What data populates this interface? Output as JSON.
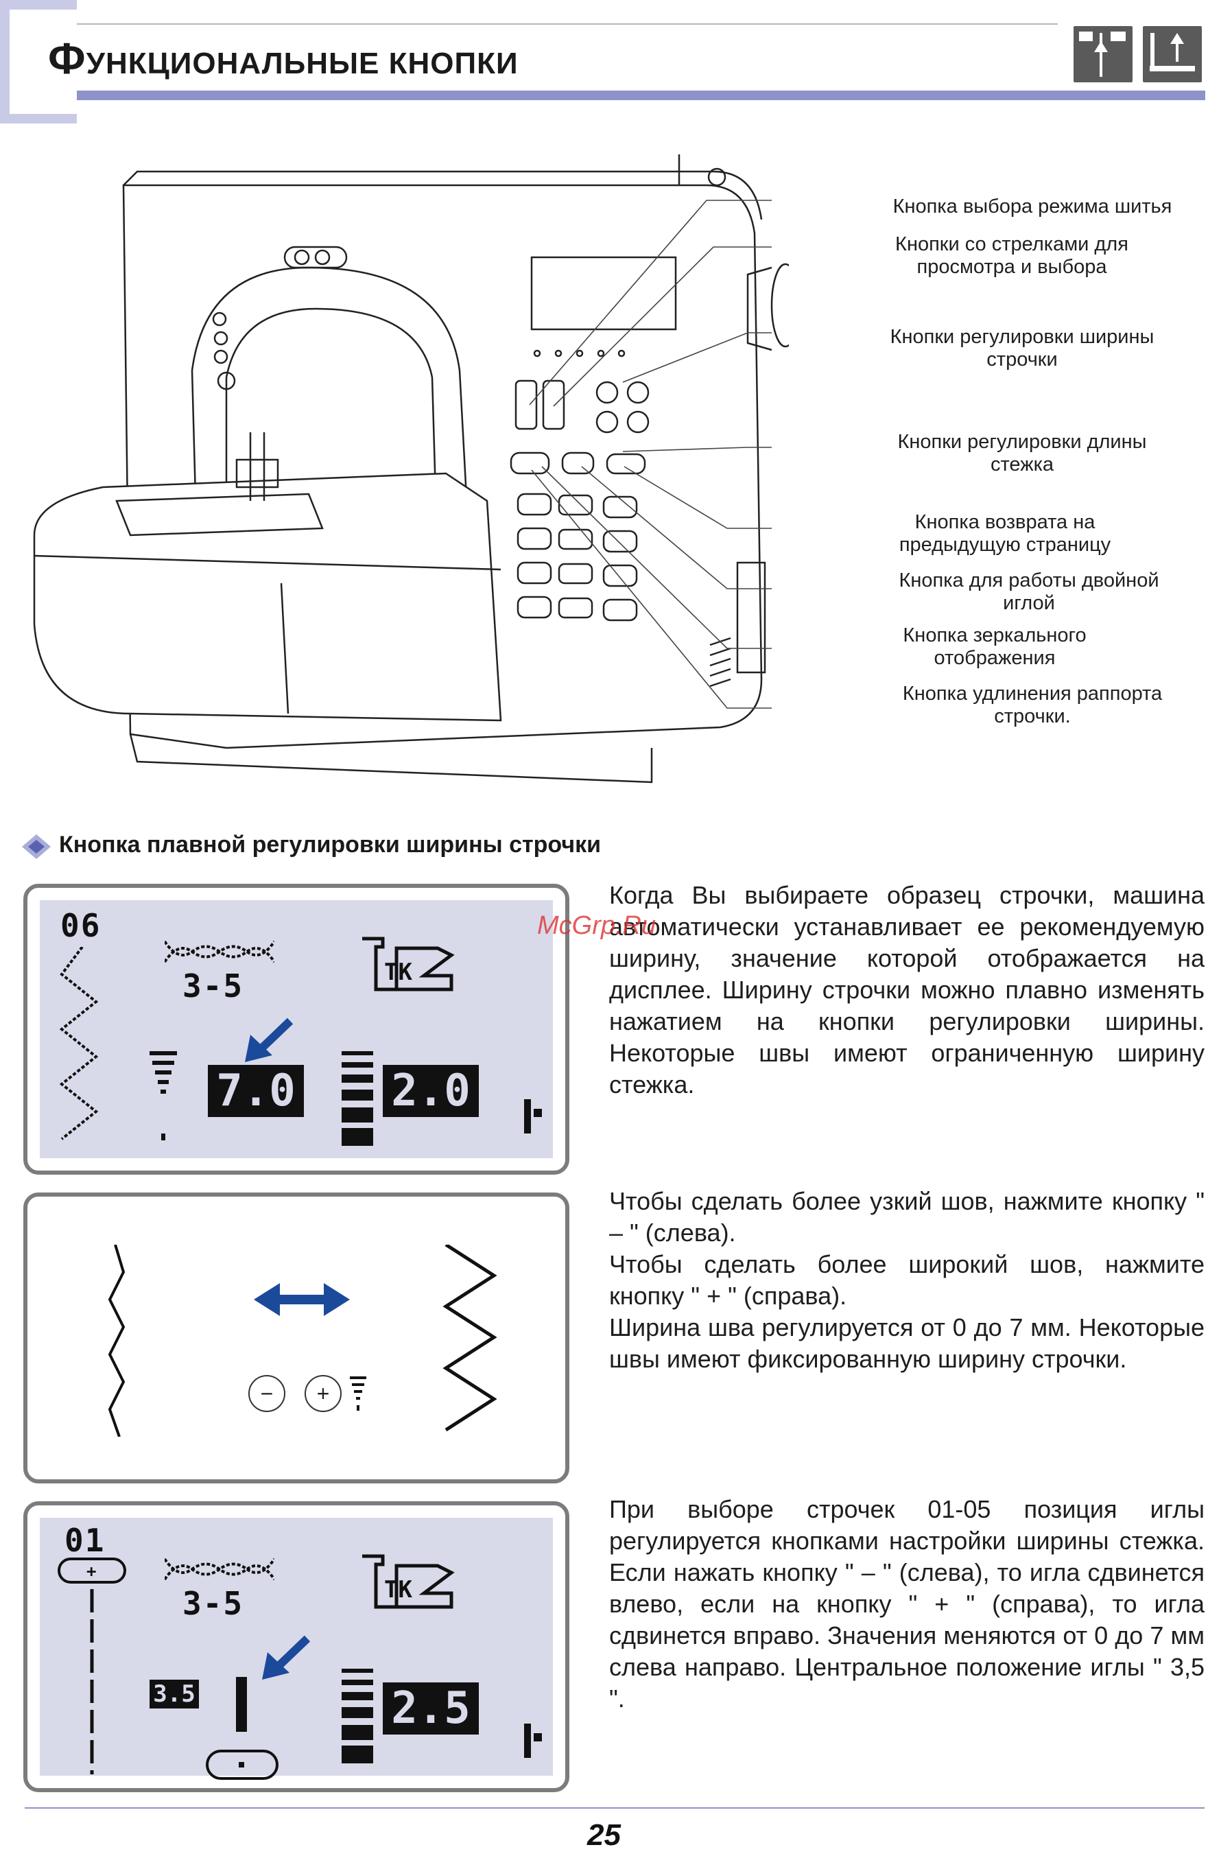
{
  "header": {
    "title_first_letter": "Ф",
    "title_rest": "УНКЦИОНАЛЬНЫЕ  КНОПКИ",
    "icons": [
      "needle-up-icon",
      "presser-foot-up-icon"
    ]
  },
  "callouts": [
    "Кнопка выбора режима шитья",
    "Кнопки со стрелками для просмотра и выбора",
    "Кнопки регулировки ширины строчки",
    "Кнопки регулировки длины стежка",
    "Кнопка возврата на предыдущую страницу",
    "Кнопка для работы двойной иглой",
    "Кнопка зеркального отображения",
    "Кнопка удлинения раппорта строчки."
  ],
  "section": {
    "heading": "Кнопка плавной регулировки ширины строчки"
  },
  "panel1": {
    "pattern_number": "06",
    "pattern_code": "3-5",
    "width_value": "7.0",
    "length_value": "2.0"
  },
  "panel2": {
    "minus_label": "−",
    "plus_label": "+"
  },
  "panel3": {
    "pattern_number": "01",
    "pattern_code": "3-5",
    "position_value": "3.5",
    "length_value": "2.5"
  },
  "paragraphs": {
    "p1": "Когда Вы выбираете образец строчки, машина автоматически устанавливает ее рекомендуемую ширину, значение которой отображается на дисплее. Ширину строчки можно плавно изменять нажатием на кнопки регулировки ширины. Некоторые швы имеют ограниченную ширину стежка.",
    "p2a": "Чтобы сделать более узкий шов, нажмите кнопку \" – \" (слева).",
    "p2b": "Чтобы сделать более широкий шов, нажмите кнопку \" + \" (справа).",
    "p2c": "Ширина шва регулируется от 0 до 7 мм. Некоторые швы имеют фиксированную ширину строчки.",
    "p3": "При выборе строчек 01-05 позиция иглы регулируется кнопками настройки ширины стежка. Если нажать кнопку \" – \" (слева), то игла сдвинется влево, если на кнопку \" + \" (справа), то игла сдвинется вправо. Значения меняются от 0 до 7 мм слева направо. Центральное положение иглы \" 3,5 \"."
  },
  "watermark": "McGrp.Ru",
  "footer": {
    "page_number": "25"
  }
}
